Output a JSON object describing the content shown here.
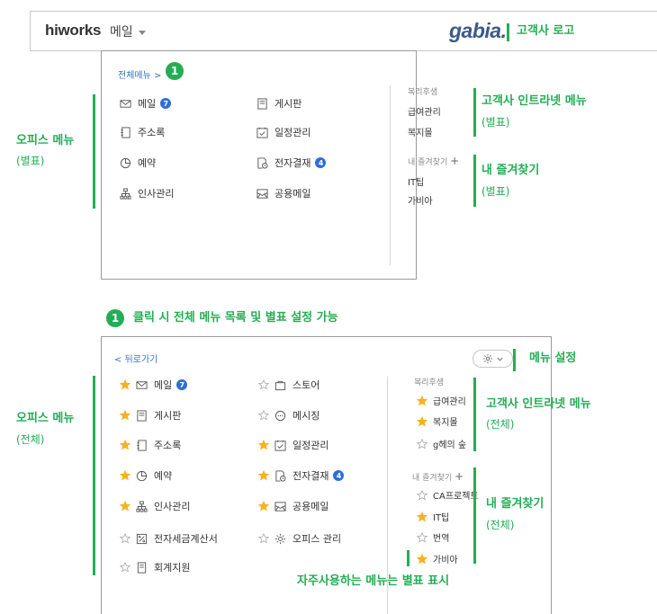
{
  "header": {
    "logo": "hiworks",
    "app_select": "메일",
    "partner_logo": "gabia.",
    "partner_logo_note": "고객사 로고"
  },
  "panel1": {
    "all_menu_link": "전체메뉴 >",
    "step_number": "1",
    "office_menu": [
      {
        "label": "메일",
        "icon": "mail-icon",
        "badge": "7"
      },
      {
        "label": "게시판",
        "icon": "board-icon"
      },
      {
        "label": "주소록",
        "icon": "address-book-icon"
      },
      {
        "label": "일정관리",
        "icon": "calendar-check-icon"
      },
      {
        "label": "예약",
        "icon": "pie-chart-icon"
      },
      {
        "label": "전자결재",
        "icon": "document-clock-icon",
        "badge": "4"
      },
      {
        "label": "인사관리",
        "icon": "org-chart-icon"
      },
      {
        "label": "공용메일",
        "icon": "shared-mail-icon"
      }
    ],
    "intranet_label": "복리후생",
    "intranet_items": [
      "급여관리",
      "복지몰"
    ],
    "favorites_label": "내 즐겨찾기",
    "favorites_items": [
      "IT팁",
      "가비아"
    ]
  },
  "panel2": {
    "back_link": "< 뒤로가기",
    "office_menu": [
      {
        "label": "메일",
        "icon": "mail-icon",
        "badge": "7",
        "starred": true
      },
      {
        "label": "스토어",
        "icon": "store-icon",
        "starred": false
      },
      {
        "label": "게시판",
        "icon": "board-icon",
        "starred": true
      },
      {
        "label": "메시징",
        "icon": "chat-bubble-icon",
        "starred": false
      },
      {
        "label": "주소록",
        "icon": "address-book-icon",
        "starred": true
      },
      {
        "label": "일정관리",
        "icon": "calendar-check-icon",
        "starred": true
      },
      {
        "label": "예약",
        "icon": "pie-chart-icon",
        "starred": true
      },
      {
        "label": "전자결재",
        "icon": "document-clock-icon",
        "badge": "4",
        "starred": true
      },
      {
        "label": "인사관리",
        "icon": "org-chart-icon",
        "starred": true
      },
      {
        "label": "공용메일",
        "icon": "shared-mail-icon",
        "starred": true
      },
      {
        "label": "전자세금계산서",
        "icon": "percent-doc-icon",
        "starred": false
      },
      {
        "label": "오피스 관리",
        "icon": "gear-icon",
        "starred": false
      },
      {
        "label": "회계지원",
        "icon": "ledger-icon",
        "starred": false
      }
    ],
    "intranet_label": "복리후생",
    "intranet_items": [
      {
        "label": "급여관리",
        "starred": true
      },
      {
        "label": "복지몰",
        "starred": true
      },
      {
        "label": "g헤의 숲",
        "starred": false
      }
    ],
    "favorites_label": "내 즐겨찾기",
    "favorites_items": [
      {
        "label": "CA프로젝트",
        "starred": false
      },
      {
        "label": "IT팁",
        "starred": true
      },
      {
        "label": "번역",
        "starred": false
      },
      {
        "label": "가비아",
        "starred": true
      }
    ]
  },
  "annotations": {
    "office_menu_1": "오피스 메뉴",
    "office_menu_1_sub": "(별표)",
    "intranet_1": "고객사 인트라넷 메뉴",
    "intranet_1_sub": "(별표)",
    "favorites_1": "내 즐겨찾기",
    "favorites_1_sub": "(별표)",
    "step_caption": "클릭 시 전체 메뉴 목록 및 별표 설정 가능",
    "step_number": "1",
    "menu_settings": "메뉴 설정",
    "office_menu_2": "오피스 메뉴",
    "office_menu_2_sub": "(전체)",
    "intranet_2": "고객사 인트라넷 메뉴",
    "intranet_2_sub": "(전체)",
    "favorites_2": "내 즐겨찾기",
    "favorites_2_sub": "(전체)",
    "frequent_caption": "자주사용하는 메뉴는 별표 표시"
  },
  "colors": {
    "accent_green": "#25ad55",
    "link_blue": "#3a74c7",
    "badge_blue": "#2e6fd6",
    "star_gold": "#f5b324"
  }
}
